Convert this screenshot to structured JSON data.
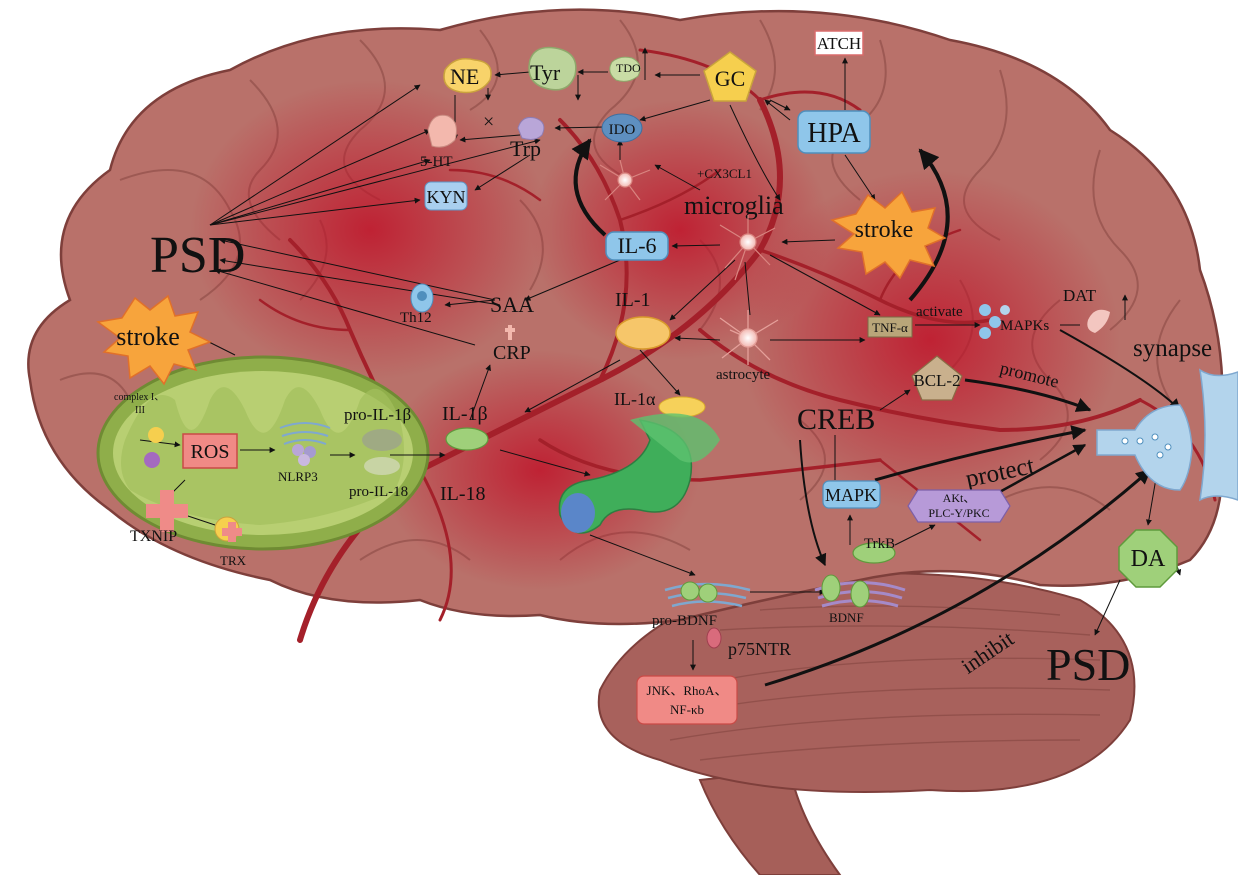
{
  "labels": {
    "psd_main": "PSD",
    "psd_lower": "PSD",
    "stroke_left": "stroke",
    "stroke_right": "stroke",
    "ne": "NE",
    "tyr": "Tyr",
    "tdo": "TDO",
    "gc": "GC",
    "atch": "ATCH",
    "hpa": "HPA",
    "ido": "IDO",
    "trp": "Trp",
    "cross": "×",
    "ht5": "5-HT",
    "kyn": "KYN",
    "cx3cl1": "+CX3CL1",
    "microglia": "microglia",
    "il6": "IL-6",
    "saa": "SAA",
    "th12": "Th12",
    "il1": "IL-1",
    "crp": "CRP",
    "astrocyte": "astrocyte",
    "il1a": "IL-1α",
    "il1b": "IL-1β",
    "il18": "IL-18",
    "pro_il1b": "pro-IL-1β",
    "pro_il18": "pro-IL-18",
    "nlrp3": "NLRP3",
    "ros": "ROS",
    "complex_line1": "complex I、",
    "complex_line2": "III",
    "txnip": "TXNIP",
    "trx": "TRX",
    "tnf": "TNF-α",
    "activate": "activate",
    "mapks": "MAPKs",
    "dat": "DAT",
    "synapse": "synapse",
    "bcl2": "BCL-2",
    "promote": "promote",
    "creb": "CREB",
    "protect": "protect",
    "mapk": "MAPK",
    "akt_line1": "AKt、",
    "akt_line2": "PLC-Y/PKC",
    "trkb": "TrkB",
    "bdnf": "BDNF",
    "pro_bdnf": "pro-BDNF",
    "p75ntr": "p75NTR",
    "jnk_line1": "JNK、RhoA、",
    "jnk_line2": "NF-κb",
    "inhibit": "inhibit",
    "da": "DA"
  },
  "colors": {
    "brain": "#b9716a",
    "brain_dark": "#8e4a45",
    "vessel": "#a4202a",
    "inflammation": "#c0142a",
    "mito_outer": "#8fae4a",
    "mito_inner": "#b8cf72",
    "blue_box": "#8fc6ea",
    "red_box": "#f08a86",
    "star_fill": "#f7a43c",
    "gc_fill": "#f6cf4e",
    "synapse": "#b3d4ec",
    "da_fill": "#9fd07a"
  }
}
